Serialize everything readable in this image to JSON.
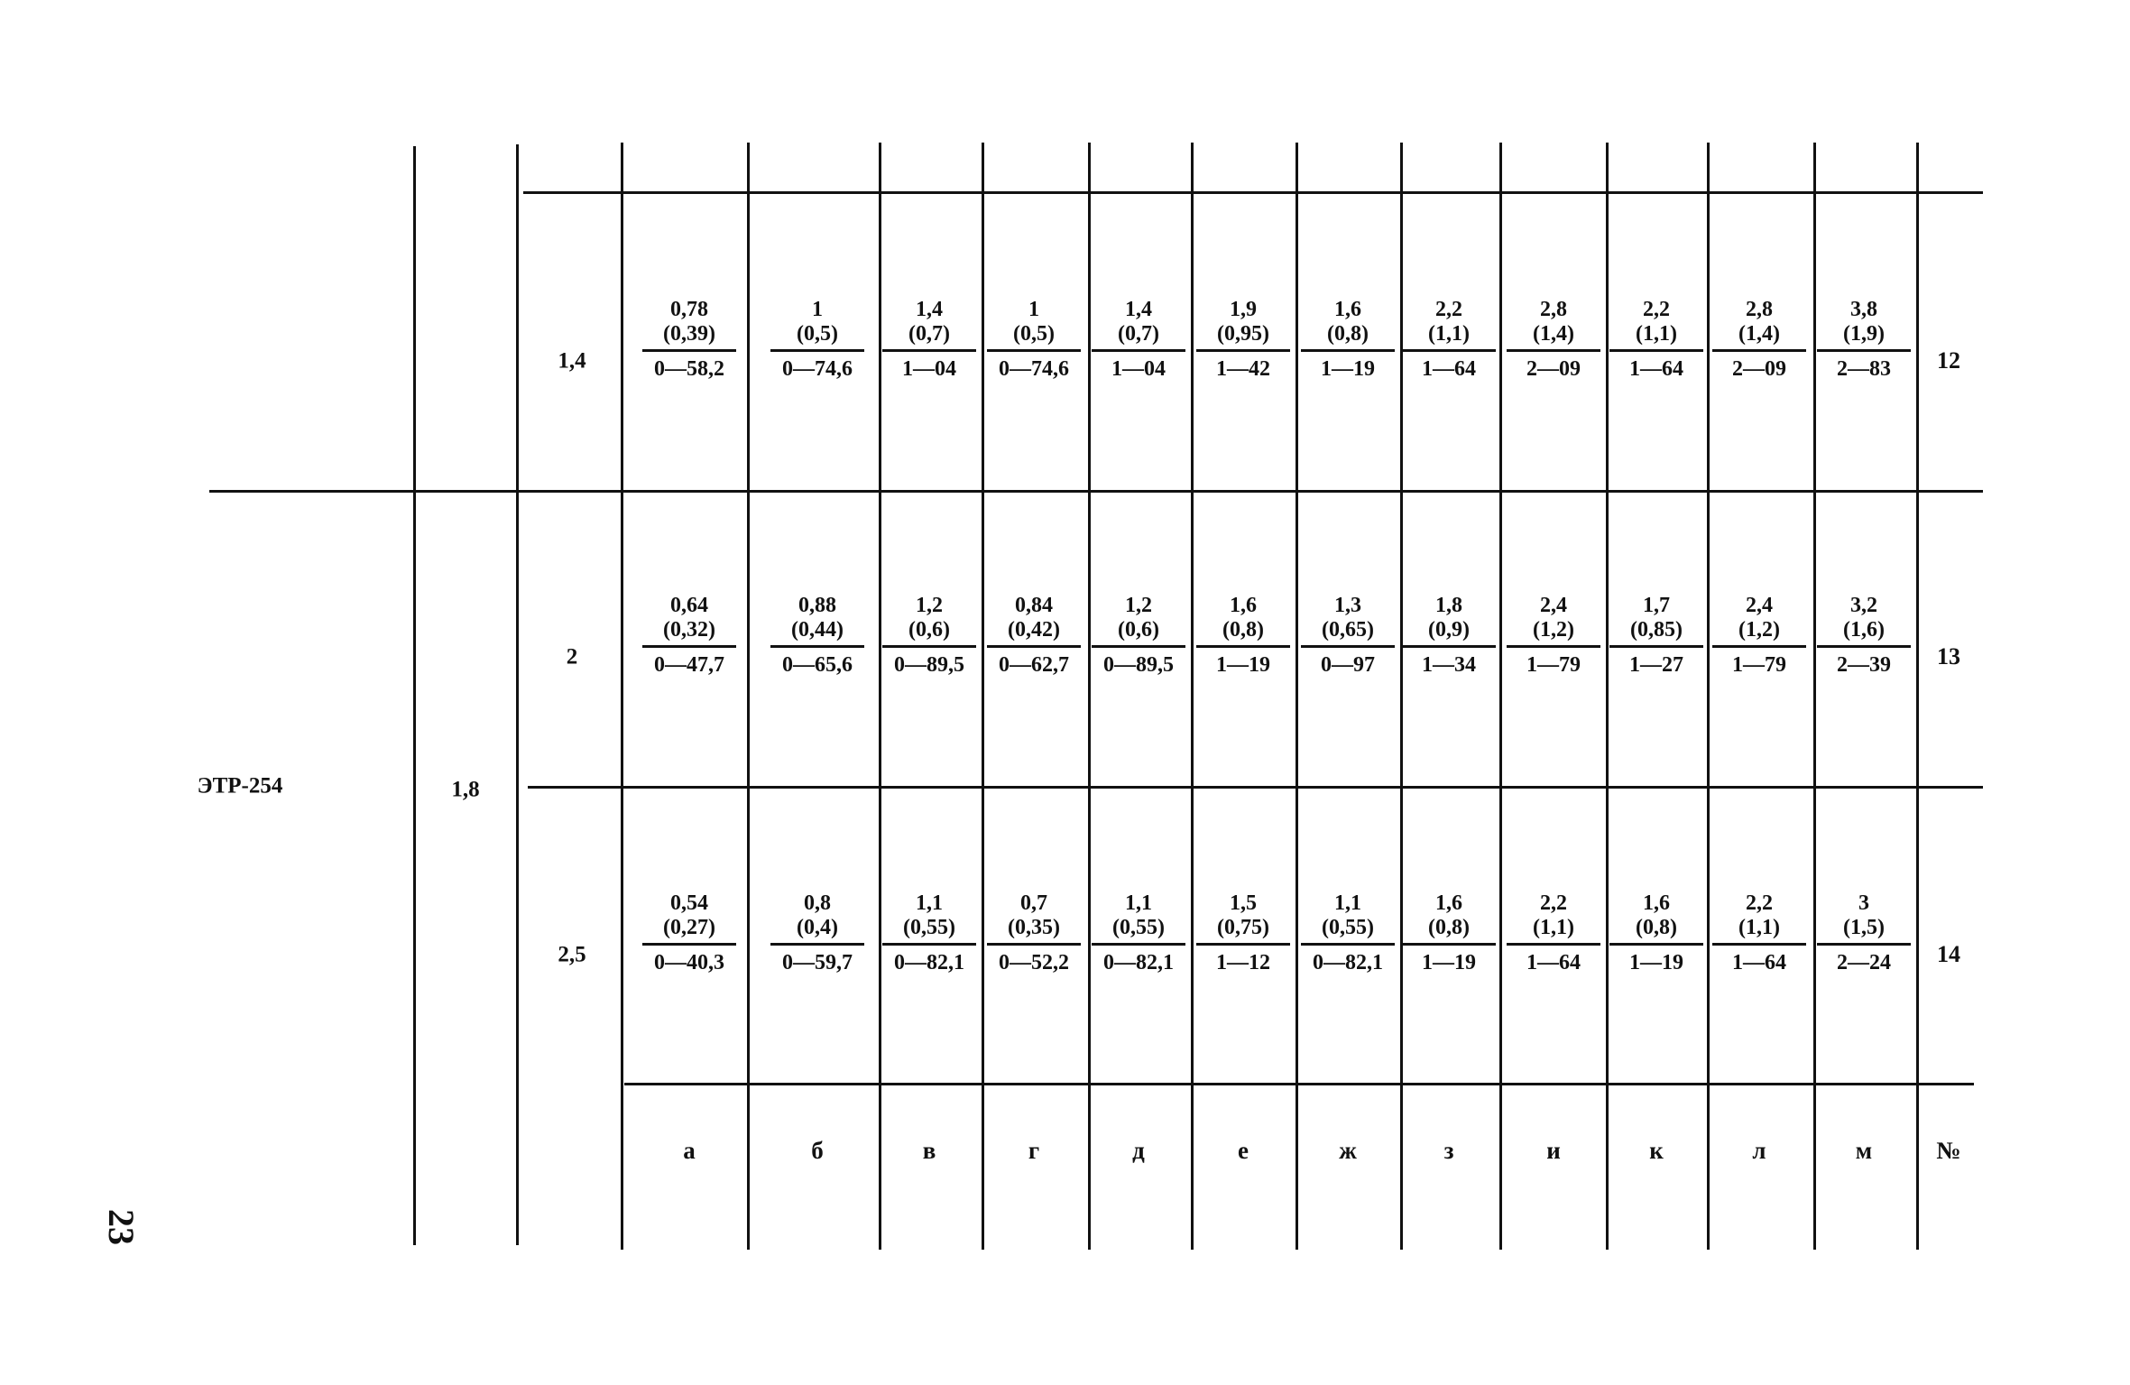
{
  "page_number": "23",
  "model": "ЭТР-254",
  "param": "1,8",
  "columns": [
    "а",
    "б",
    "в",
    "г",
    "д",
    "е",
    "ж",
    "з",
    "и",
    "к",
    "л",
    "м"
  ],
  "number_header": "№",
  "rows": [
    {
      "key": "1,4",
      "num": "12",
      "cells": [
        [
          "0,78",
          "(0,39)",
          "0—58,2"
        ],
        [
          "1",
          "(0,5)",
          "0—74,6"
        ],
        [
          "1,4",
          "(0,7)",
          "1—04"
        ],
        [
          "1",
          "(0,5)",
          "0—74,6"
        ],
        [
          "1,4",
          "(0,7)",
          "1—04"
        ],
        [
          "1,9",
          "(0,95)",
          "1—42"
        ],
        [
          "1,6",
          "(0,8)",
          "1—19"
        ],
        [
          "2,2",
          "(1,1)",
          "1—64"
        ],
        [
          "2,8",
          "(1,4)",
          "2—09"
        ],
        [
          "2,2",
          "(1,1)",
          "1—64"
        ],
        [
          "2,8",
          "(1,4)",
          "2—09"
        ],
        [
          "3,8",
          "(1,9)",
          "2—83"
        ]
      ]
    },
    {
      "key": "2",
      "num": "13",
      "cells": [
        [
          "0,64",
          "(0,32)",
          "0—47,7"
        ],
        [
          "0,88",
          "(0,44)",
          "0—65,6"
        ],
        [
          "1,2",
          "(0,6)",
          "0—89,5"
        ],
        [
          "0,84",
          "(0,42)",
          "0—62,7"
        ],
        [
          "1,2",
          "(0,6)",
          "0—89,5"
        ],
        [
          "1,6",
          "(0,8)",
          "1—19"
        ],
        [
          "1,3",
          "(0,65)",
          "0—97"
        ],
        [
          "1,8",
          "(0,9)",
          "1—34"
        ],
        [
          "2,4",
          "(1,2)",
          "1—79"
        ],
        [
          "1,7",
          "(0,85)",
          "1—27"
        ],
        [
          "2,4",
          "(1,2)",
          "1—79"
        ],
        [
          "3,2",
          "(1,6)",
          "2—39"
        ]
      ]
    },
    {
      "key": "2,5",
      "num": "14",
      "cells": [
        [
          "0,54",
          "(0,27)",
          "0—40,3"
        ],
        [
          "0,8",
          "(0,4)",
          "0—59,7"
        ],
        [
          "1,1",
          "(0,55)",
          "0—82,1"
        ],
        [
          "0,7",
          "(0,35)",
          "0—52,2"
        ],
        [
          "1,1",
          "(0,55)",
          "0—82,1"
        ],
        [
          "1,5",
          "(0,75)",
          "1—12"
        ],
        [
          "1,1",
          "(0,55)",
          "0—82,1"
        ],
        [
          "1,6",
          "(0,8)",
          "1—19"
        ],
        [
          "2,2",
          "(1,1)",
          "1—64"
        ],
        [
          "1,6",
          "(0,8)",
          "1—19"
        ],
        [
          "2,2",
          "(1,1)",
          "1—64"
        ],
        [
          "3",
          "(1,5)",
          "2—24"
        ]
      ]
    }
  ]
}
